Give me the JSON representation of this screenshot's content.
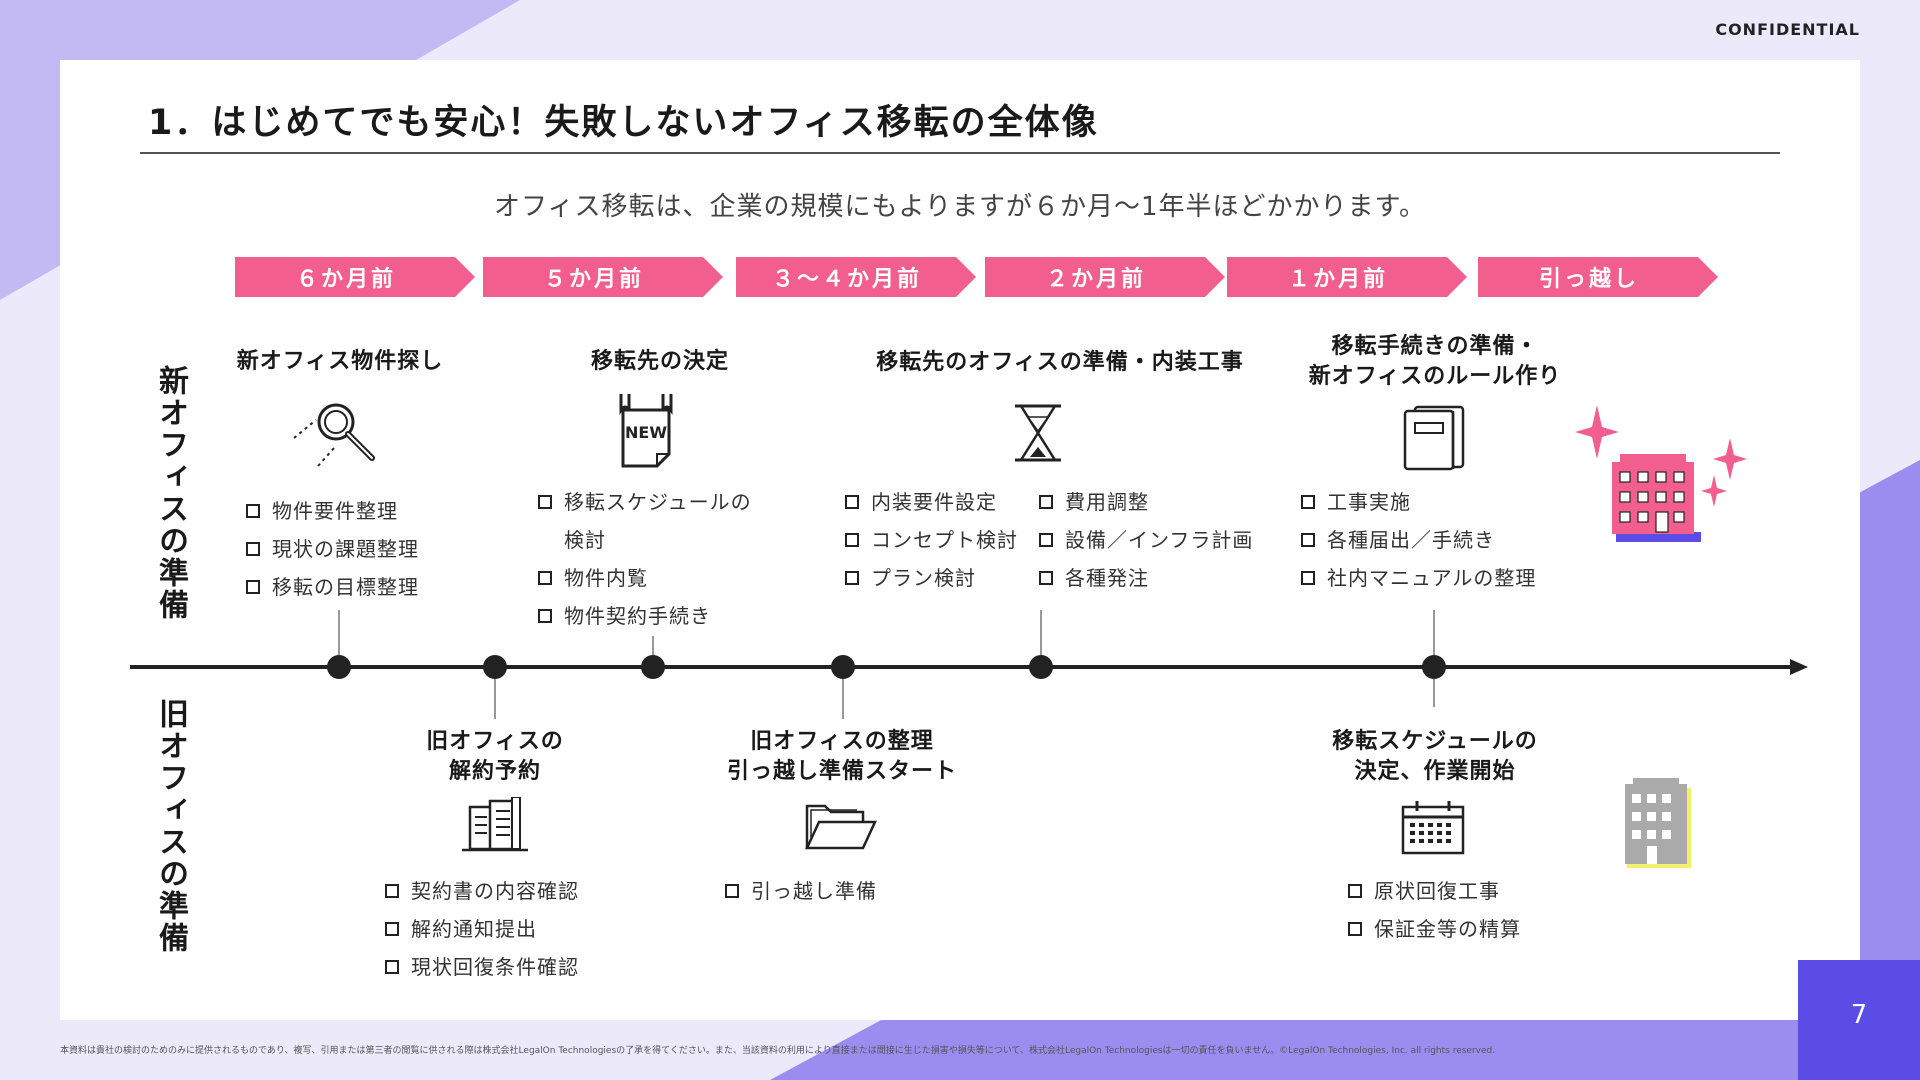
{
  "header": {
    "confidential": "CONFIDENTIAL"
  },
  "slide": {
    "title": "1．はじめてでも安心！失敗しないオフィス移転の全体像",
    "subtitle": "オフィス移転は、企業の規模にもよりますが６か月〜1年半ほどかかります。"
  },
  "phases": [
    "６か月前",
    "５か月前",
    "３〜４か月前",
    "２か月前",
    "１か月前",
    "引っ越し"
  ],
  "rows": {
    "new_office": "新オフィスの準備",
    "old_office": "旧オフィスの準備"
  },
  "new_office_steps": [
    {
      "heading": "新オフィス物件探し",
      "icon": "magnifier-icon",
      "items": [
        "物件要件整理",
        "現状の課題整理",
        "移転の目標整理"
      ]
    },
    {
      "heading": "移転先の決定",
      "icon": "new-badge-icon",
      "items": [
        "移転スケジュールの",
        "検討",
        "物件内覧",
        "物件契約手続き"
      ]
    },
    {
      "heading": "移転先のオフィスの準備・内装工事",
      "icon": "hourglass-icon",
      "items_left": [
        "内装要件設定",
        "コンセプト検討",
        "プラン検討"
      ],
      "items_right": [
        "費用調整",
        "設備／インフラ計画",
        "各種発注"
      ]
    },
    {
      "heading_line1": "移転手続きの準備・",
      "heading_line2": "新オフィスのルール作り",
      "icon": "documents-icon",
      "items": [
        "工事実施",
        "各種届出／手続き",
        "社内マニュアルの整理"
      ]
    }
  ],
  "old_office_steps": [
    {
      "heading_line1": "旧オフィスの",
      "heading_line2": "解約予約",
      "icon": "building-document-icon",
      "items": [
        "契約書の内容確認",
        "解約通知提出",
        "現状回復条件確認"
      ]
    },
    {
      "heading_line1": "旧オフィスの整理",
      "heading_line2": "引っ越し準備スタート",
      "icon": "folder-icon",
      "items": [
        "引っ越し準備"
      ]
    },
    {
      "heading_line1": "移転スケジュールの",
      "heading_line2": "決定、作業開始",
      "icon": "calendar-icon",
      "items": [
        "原状回復工事",
        "保証金等の精算"
      ]
    }
  ],
  "illustrations": {
    "new_building": "pink-building-icon",
    "old_building": "gray-building-icon",
    "sparkles": "sparkle-icon"
  },
  "footer": {
    "disclaimer": "本資料は貴社の検討のためのみに提供されるものであり、複写、引用または第三者の閲覧に供される際は株式会社LegalOn Technologiesの了承を得てください。また、当該資料の利用により直接または間接に生じた損害や損失等について、株式会社LegalOn Technologiesは一切の責任を負いません。©LegalOn Technologies, Inc. all rights reserved.",
    "page_number": "7"
  },
  "colors": {
    "accent_pink": "#f25f8e",
    "accent_purple": "#5b4ce6",
    "background": "#ece9fb"
  }
}
